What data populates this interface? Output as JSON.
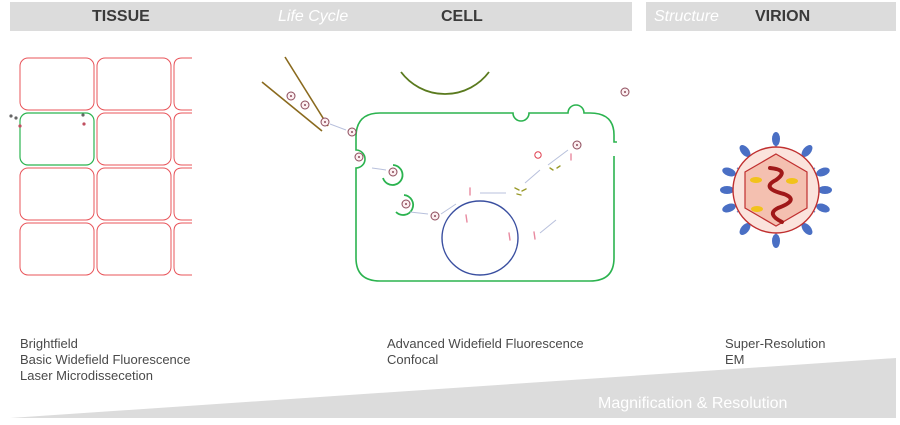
{
  "headers": {
    "tissue": "TISSUE",
    "life_cycle": "Life Cycle",
    "cell": "CELL",
    "structure": "Structure",
    "virion": "VIRION"
  },
  "methods": {
    "tissue": [
      "Brightfield",
      "Basic Widefield Fluorescence",
      "Laser Microdissecetion"
    ],
    "cell": [
      "Advanced Widefield Fluorescence",
      "Confocal"
    ],
    "virion": [
      "Super-Resolution",
      "EM"
    ]
  },
  "footer": {
    "magnification": "Magnification & Resolution"
  },
  "colors": {
    "header_bar": "#dcdcdc",
    "tissue_cell": "#e8545a",
    "membrane": "#2bb34f",
    "nucleus": "#3a4fa0",
    "pipette": "#8a6a1e",
    "virion_spike": "#4a6fc4",
    "virion_core": "#a01818",
    "virion_capsid": "#f4c0b0",
    "virion_marker": "#f2c21b",
    "wedge": "#dcdcdc"
  }
}
